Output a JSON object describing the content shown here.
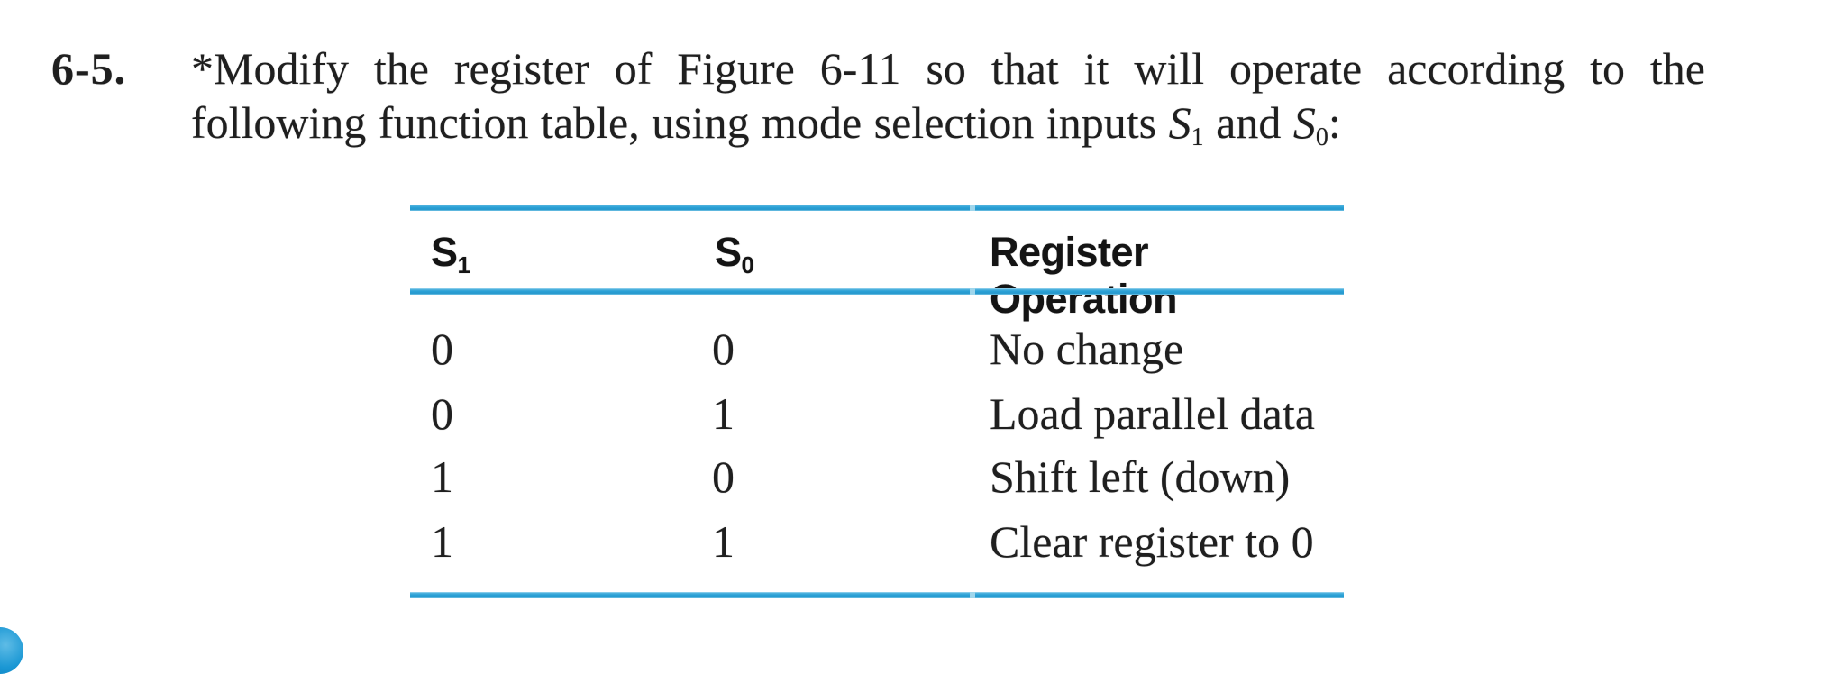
{
  "problem": {
    "number": "6-5.",
    "statement_line1": "*Modify the register of Figure 6-11 so that it will operate according to the",
    "statement_line2_prefix": "following function table, using mode selection inputs ",
    "var_s": "S",
    "sub_1": "1",
    "and_text": " and ",
    "sub_0": "0",
    "colon": ":"
  },
  "table": {
    "headers": [
      {
        "label": "S",
        "sub": "1"
      },
      {
        "label": "S",
        "sub": "0"
      },
      {
        "label": "Register Operation"
      }
    ],
    "rows": [
      {
        "s1": "0",
        "s0": "0",
        "operation": "No change"
      },
      {
        "s1": "0",
        "s0": "1",
        "operation": "Load parallel data"
      },
      {
        "s1": "1",
        "s0": "0",
        "operation": "Shift left (down)"
      },
      {
        "s1": "1",
        "s0": "1",
        "operation": "Clear register to 0"
      }
    ],
    "rule_color": "#2ba1d6"
  },
  "decoration": {
    "corner_dot_color": "#1a97d4"
  }
}
